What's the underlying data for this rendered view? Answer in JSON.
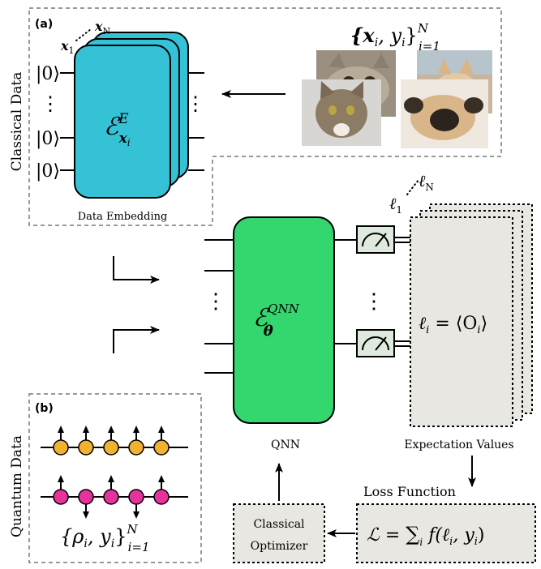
{
  "panel_a": {
    "tag": "(a)",
    "side_label": "Classical Data",
    "stack_first": "x",
    "stack_first_sub": "1",
    "stack_last": "x",
    "stack_last_sub": "N",
    "ket_label": "|0⟩",
    "vdots": "⋮",
    "embed_symbol": "ℰ",
    "embed_sup": "E",
    "embed_sub_main": "x",
    "embed_sub_i": "i",
    "caption": "Data Embedding",
    "dataset_label": "{x",
    "dataset_label_rest": "i",
    "dataset_label_y": ", y",
    "dataset_label_close": "}",
    "dataset_sup": "N",
    "dataset_sub": "i=1",
    "images": [
      "cat-kitten-photo",
      "dog-photo",
      "tabby-cat-photo",
      "pug-photo"
    ]
  },
  "panel_b": {
    "tag": "(b)",
    "side_label": "Quantum Data",
    "dataset_label": "{ρ",
    "dataset_sub_i": "i",
    "dataset_label_y": ", y",
    "dataset_label_close": "}",
    "dataset_sup": "N",
    "dataset_sub": "i=1",
    "row1_spins": [
      "up",
      "up",
      "up",
      "up",
      "up"
    ],
    "row2_spins": [
      "up",
      "down",
      "up",
      "down",
      "up"
    ],
    "colors": {
      "row1": "#f2b230",
      "row2": "#e6339b"
    }
  },
  "qnn": {
    "symbol": "ℰ",
    "sup": "QNN",
    "sub": "θ",
    "caption": "QNN",
    "color": "#34d66e"
  },
  "expectation": {
    "formula_l": "ℓ",
    "formula_i": "i",
    "formula_rest": " = ⟨O",
    "formula_close": "⟩",
    "stack_first": "ℓ",
    "stack_first_sub": "1",
    "stack_last": "ℓ",
    "stack_last_sub": "N",
    "caption": "Expectation Values"
  },
  "loss": {
    "label": "Loss Function",
    "formula_L": "ℒ",
    "formula_eq": " = ",
    "formula_sum": "∑",
    "formula_sum_sub": "i",
    "formula_f": " f(ℓ",
    "formula_f_i": "i",
    "formula_y": ", y",
    "formula_y_i": "i",
    "formula_close": ")"
  },
  "optimizer": {
    "line1": "Classical",
    "line2": "Optimizer"
  },
  "colors": {
    "embed_box": "#36c2d6",
    "panel_fill": "#e8e7e2",
    "dash": "#999999"
  }
}
